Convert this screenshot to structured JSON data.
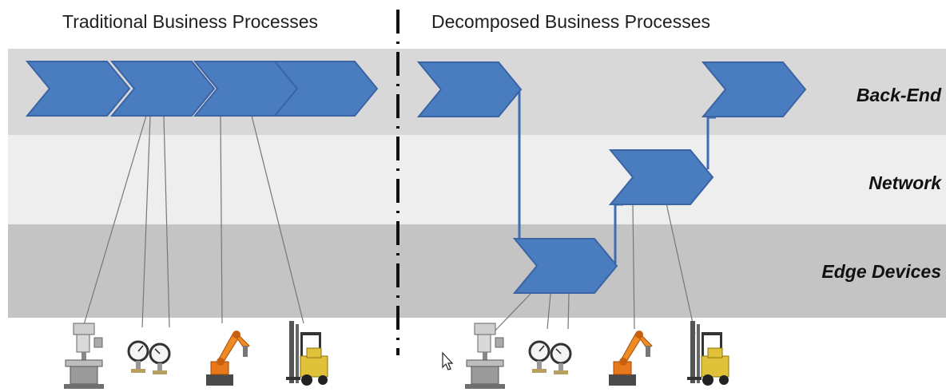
{
  "titles": {
    "left": "Traditional Business Processes",
    "right": "Decomposed Business Processes"
  },
  "layers": {
    "backend": "Back-End",
    "network": "Network",
    "edge": "Edge Devices"
  },
  "colors": {
    "chevron_fill": "#4a7cc0",
    "chevron_stroke": "#3a64a4",
    "band_backend": "#d8d8d8",
    "band_network": "#eeeeee",
    "band_edge": "#c4c4c4",
    "connector": "#3f6db5"
  },
  "devices": [
    "milling-machine-icon",
    "pressure-gauges-icon",
    "robot-arm-icon",
    "forklift-icon"
  ]
}
